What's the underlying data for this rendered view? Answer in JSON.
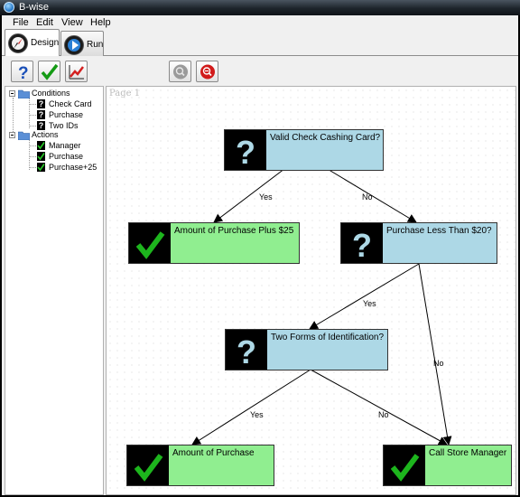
{
  "window": {
    "title": "B-wise"
  },
  "menu": [
    {
      "label": "File"
    },
    {
      "label": "Edit"
    },
    {
      "label": "View"
    },
    {
      "label": "Help"
    }
  ],
  "tabs": [
    {
      "label": "Design",
      "active": true,
      "icon": "compass-icon"
    },
    {
      "label": "Run",
      "active": false,
      "icon": "run-icon"
    }
  ],
  "toolbar": {
    "buttons": [
      {
        "name": "add-condition-button",
        "icon": "question-mark-icon"
      },
      {
        "name": "add-action-button",
        "icon": "checkmark-icon"
      },
      {
        "name": "chart-button",
        "icon": "trend-chart-icon"
      },
      {
        "name": "zoom-in-button",
        "icon": "zoom-in-icon"
      },
      {
        "name": "zoom-out-button",
        "icon": "zoom-out-icon"
      }
    ]
  },
  "tree": {
    "conditions": {
      "label": "Conditions",
      "items": [
        {
          "label": "Check Card"
        },
        {
          "label": "Purchase"
        },
        {
          "label": "Two IDs"
        }
      ]
    },
    "actions": {
      "label": "Actions",
      "items": [
        {
          "label": "Manager"
        },
        {
          "label": "Purchase"
        },
        {
          "label": "Purchase+25"
        }
      ]
    }
  },
  "canvas": {
    "page_label": "Page 1",
    "nodes": {
      "q1": {
        "text": "Valid Check Cashing Card?"
      },
      "a1": {
        "text": "Amount of Purchase Plus $25"
      },
      "q2": {
        "text": "Purchase Less Than $20?"
      },
      "q3": {
        "text": "Two Forms of Identification?"
      },
      "a2": {
        "text": "Amount of Purchase"
      },
      "a3": {
        "text": "Call Store Manager"
      }
    },
    "edges": {
      "q1_yes": "Yes",
      "q1_no": "No",
      "q2_yes": "Yes",
      "q2_no": "No",
      "q3_yes": "Yes",
      "q3_no": "No"
    }
  },
  "colors": {
    "question_node": "#add8e6",
    "action_node": "#90ee90",
    "icon_background": "#000000",
    "check_green": "#1db51d"
  }
}
